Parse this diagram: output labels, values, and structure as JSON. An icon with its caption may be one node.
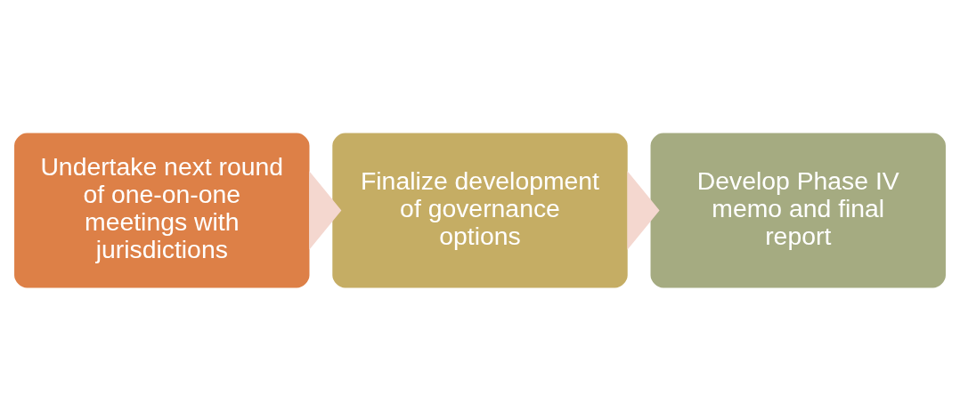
{
  "diagram": {
    "nodes": [
      {
        "text": [
          "Undertake next round of one-on-one meetings with jurisdictions"
        ]
      },
      {
        "text": [
          "Finalize development of governance options"
        ]
      },
      {
        "text": [
          "Develop Phase IV memo and final report"
        ]
      }
    ],
    "edges": [
      {
        "from": 0,
        "to": 1,
        "arrow": "to",
        "style": "thick",
        "color": "#f4d7cf"
      },
      {
        "from": 1,
        "to": 2,
        "arrow": "to",
        "style": "thick",
        "color": "#f4d7cf"
      }
    ]
  }
}
